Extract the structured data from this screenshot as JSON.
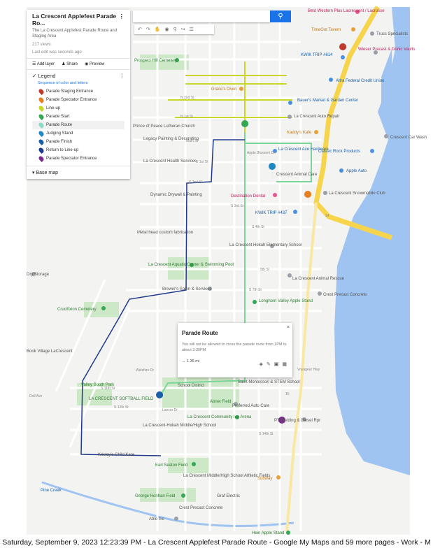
{
  "panel": {
    "title": "La Crescent Applefest Parade Ro...",
    "description": "The La Crescent Applefest Parade Route and Staging Area",
    "views": "217 views",
    "last_edit": "Last edit was seconds ago",
    "actions": [
      "Add layer",
      "Share",
      "Preview"
    ]
  },
  "legend": {
    "title": "Legend",
    "subtitle": "Sequence of color and letters",
    "items": [
      {
        "label": "Parade Staging Entrance",
        "color": "#c0392b"
      },
      {
        "label": "Parade Spectator Entrance",
        "color": "#e67e22"
      },
      {
        "label": "Line-up",
        "color": "#c9d62a"
      },
      {
        "label": "Parade Start",
        "color": "#34a853"
      },
      {
        "label": "Parade Route",
        "color": "#8fd9c9"
      },
      {
        "label": "Judging Stand",
        "color": "#1e88c7"
      },
      {
        "label": "Parade Finish",
        "color": "#1a5fa8"
      },
      {
        "label": "Return to Line-up",
        "color": "#1e3a8a"
      },
      {
        "label": "Parade Spectator Entrance",
        "color": "#7b2d8b"
      }
    ],
    "base_map": "Base map"
  },
  "popup": {
    "title": "Parade Route",
    "body": "You will not be allowed to cross the parade route from 1PM to about 3:30PM",
    "distance": "1.36 mi"
  },
  "map_labels": {
    "best_western": "Best Western Plus Lacrescent / Lacrosse",
    "timeout": "TimeOut Tavern",
    "truss": "Truss Specialists",
    "kwik614": "KWIK TRIP #614",
    "wieser": "Wieser Precast & Donic Vaults",
    "altra": "Altra Federal Credit Union",
    "bauers": "Bauer's Market & Garden Center",
    "auto_repair": "La Crescent Auto Repair",
    "graces": "Grace's Oven",
    "prospect": "Prospect Hill Cemetery",
    "prince": "Prince of Peace Lutheran Church",
    "kaddys": "Kaddy's Kafe",
    "legacy": "Legacy Painting & Decorating",
    "health": "La Crescent Health Services",
    "ace": "La Crescent Ace Hardware",
    "classic": "Classic Rock Products",
    "carwash": "Crescent Car Wash",
    "animal_care": "Crescent Animal Care",
    "apple_auto": "Apple Auto",
    "dynamic": "Dynamic Drywall & Painting",
    "destination": "Destination Dental",
    "kwik437": "KWIK TRIP #437",
    "snowmobile": "La Crescent Snowmobile Club",
    "metal": "Metal head custom fabrication",
    "hokah_elem": "La Crescent Hokah Elementary School",
    "aquatic": "La Crescent Aquatic Center & Swimming Pool",
    "animal_rescue": "La Crescent Animal Rescue",
    "crest": "Crest Precast Concrete",
    "storage": "Dry Storage",
    "brewers": "Brewer's Salon & Services",
    "crucifixion": "Crucifixion Cemetery",
    "longhorn": "Longhorn Valley Apple Stand",
    "book_village": "Book Village LaCrescent",
    "valley_south": "Valley South Park",
    "softball": "LA CRESCENT SOFTBALL FIELD",
    "school_district": "School District",
    "montessori": "Saint Montessori & STEM School",
    "abnet": "Abnet Field",
    "preferred": "Preferred Auto Care",
    "ice_arena": "La Crescent Community Ice Arena",
    "middle_high": "La Crescent-Hokah Middle/High School",
    "pt_welding": "PT Welding & Diesel Rpr",
    "kristoys": "Kristoy's Child Kare",
    "earl": "Earl Seaton Field",
    "athletic": "La Crescent Middle/High School Athletic Fields",
    "subway": "Subway",
    "pine_creek": "Pine Creek",
    "george": "George Honhan Field",
    "graf": "Graf Electric",
    "crest2": "Crest Precast Concrete",
    "able": "Able Inc",
    "hein": "Hein Apple Stand",
    "streets": {
      "n2nd": "N 2nd St",
      "n1st": "N 1st St",
      "main": "Main St",
      "s1st": "S 1st St",
      "s2nd": "S 2nd St",
      "s3rd": "S 3rd St",
      "s4th": "S 4th St",
      "s5th": "5th St",
      "s7th": "S 7th St",
      "s11th": "S 11th St",
      "s12th": "S 12th St",
      "s14th": "S 14th St",
      "lancer": "Lancer Dr",
      "welshire": "Welshire Dr",
      "dell": "Dell Ave",
      "voyageur": "Voyageur Hwy",
      "blossom": "Apple Blossom Dr",
      "hwy14": "14",
      "hwy16": "16"
    }
  },
  "footer": "Saturday, September 9, 2023 12:23:39 PM - La Crescent Applefest Parade Route - Google My Maps and 59 more pages - Work - M"
}
